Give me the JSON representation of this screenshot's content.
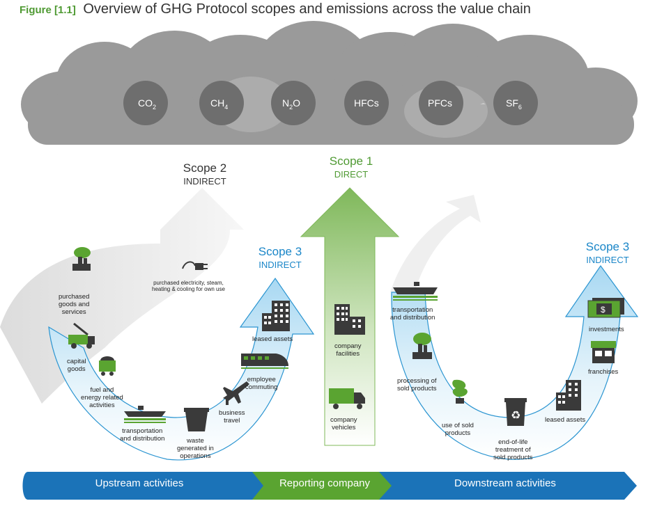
{
  "figure": {
    "label": "Figure [1.1]",
    "title": "Overview of GHG Protocol scopes and emissions across the value chain"
  },
  "gases": [
    {
      "base": "CO",
      "sub": "2"
    },
    {
      "base": "CH",
      "sub": "4"
    },
    {
      "base": "N",
      "sub": "2",
      "tail": "O"
    },
    {
      "base": "HFCs",
      "sub": ""
    },
    {
      "base": "PFCs",
      "sub": ""
    },
    {
      "base": "SF",
      "sub": "6"
    }
  ],
  "scopes": {
    "scope2": {
      "title": "Scope 2",
      "sub": "INDIRECT"
    },
    "scope1": {
      "title": "Scope 1",
      "sub": "DIRECT"
    },
    "scope3_upstream": {
      "title": "Scope 3",
      "sub": "INDIRECT"
    },
    "scope3_downstream": {
      "title": "Scope 3",
      "sub": "INDIRECT"
    }
  },
  "labels": {
    "purchased_electricity": "purchased electricity, steam,\nheating & cooling for own use",
    "purchased_goods": "purchased\ngoods and\nservices",
    "capital_goods": "capital\ngoods",
    "fuel_energy": "fuel and\nenergy related\nactivities",
    "transport_up": "transportation\nand distribution",
    "waste": "waste\ngenerated in\noperations",
    "business_travel": "business\ntravel",
    "employee_commuting": "employee\ncommuting",
    "leased_assets_up": "leased assets",
    "company_facilities": "company\nfacilities",
    "company_vehicles": "company\nvehicles",
    "transport_down": "transportation\nand distribution",
    "processing": "processing of\nsold products",
    "use_sold": "use of sold\nproducts",
    "end_of_life": "end-of-life\ntreatment of\nsold products",
    "leased_assets_down": "leased assets",
    "franchises": "franchises",
    "investments": "investments"
  },
  "band": {
    "upstream": "Upstream activities",
    "reporting": "Reporting company",
    "downstream": "Downstream activities"
  },
  "colors": {
    "green": "#4f9a33",
    "blue": "#1a86c8",
    "cloud": "#9a9a9a",
    "gas_circle": "#6e6e6e",
    "icon": "#3a3a3a",
    "band_blue": "#1b73b8",
    "band_green": "#5aa431"
  }
}
